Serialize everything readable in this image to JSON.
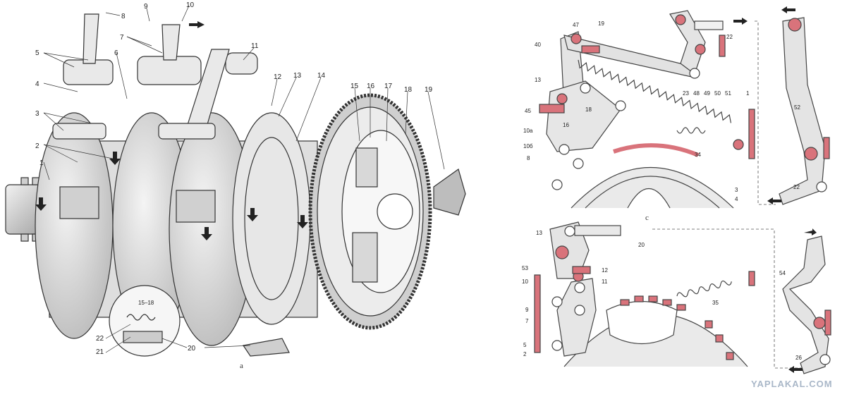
{
  "figure": {
    "caption_a": "а",
    "caption_c": "с",
    "watermark": "YAPLAKAL.COM",
    "accent_color": "#d9737b"
  },
  "labels_a": [
    "1",
    "2",
    "3",
    "4",
    "5",
    "6",
    "7",
    "8",
    "9",
    "10",
    "11",
    "12",
    "13",
    "14",
    "15",
    "16",
    "17",
    "18",
    "19",
    "20",
    "21",
    "22"
  ],
  "inset_label": "15–18",
  "labels_top": [
    "47",
    "19",
    "40",
    "13",
    "18",
    "16",
    "45",
    "10а",
    "10б",
    "8",
    "23",
    "48",
    "49",
    "50",
    "51",
    "1",
    "34",
    "3",
    "4",
    "22"
  ],
  "labels_bottom": [
    "13",
    "20",
    "53",
    "12",
    "11",
    "10",
    "9",
    "7",
    "5",
    "2",
    "35"
  ],
  "labels_side": [
    "52",
    "22",
    "54",
    "26"
  ]
}
